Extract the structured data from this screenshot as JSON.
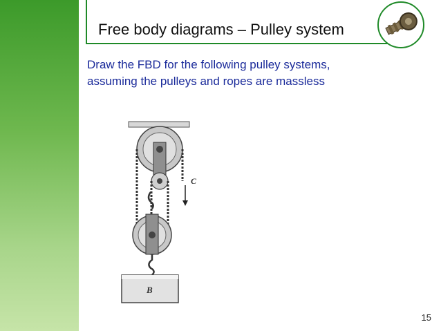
{
  "slide": {
    "title": "Free body diagrams – Pulley system",
    "subtitle_line1": "Draw the FBD for the following pulley systems,",
    "subtitle_line2": "assuming the pulleys and ropes are massless",
    "page_number": "15"
  },
  "figure": {
    "label_c": "C",
    "label_b": "B"
  },
  "colors": {
    "accent_green": "#1f8a28",
    "subtitle_blue": "#1a2a9a"
  },
  "icons": {
    "logo": "gear-shaft-logo-icon"
  }
}
